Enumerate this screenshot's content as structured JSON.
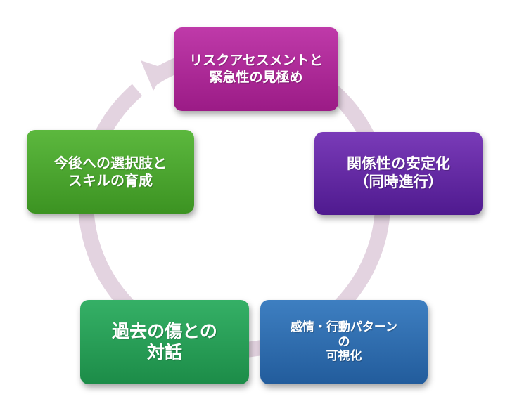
{
  "diagram": {
    "steps": [
      {
        "text": "リスクアセスメントと\n緊急性の見極め",
        "color": "#ab2995"
      },
      {
        "text": "関係性の安定化\n（同時進行）",
        "color": "#642aa3"
      },
      {
        "text": "感情・行動パターン\nの\n可視化",
        "color": "#2f6db0"
      },
      {
        "text": "過去の傷との\n対話",
        "color": "#27a058"
      },
      {
        "text": "今後への選択肢と\nスキルの育成",
        "color": "#4ca62f"
      }
    ],
    "cycle_arrow_color": "#e3d3e0"
  }
}
